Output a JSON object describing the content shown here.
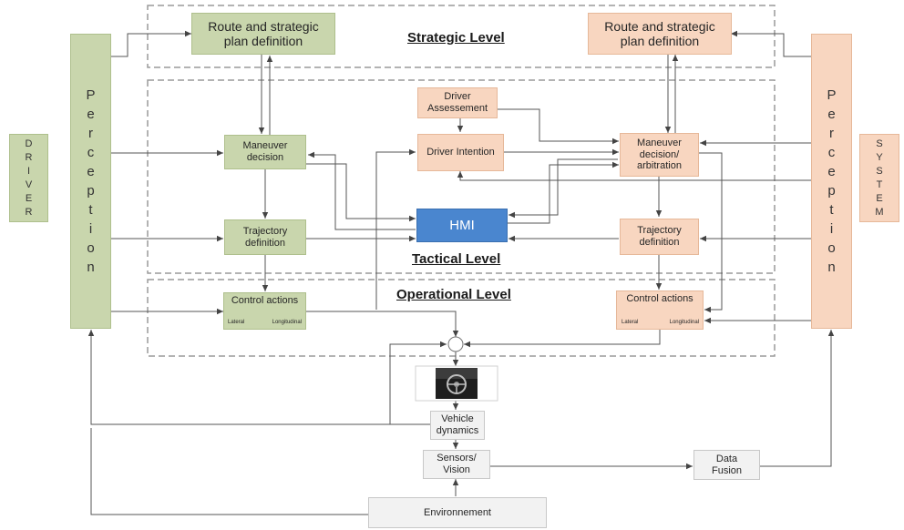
{
  "levels": {
    "strategic": "Strategic Level",
    "tactical": "Tactical Level",
    "operational": "Operational Level"
  },
  "left": {
    "driver_letters": [
      "D",
      "R",
      "I",
      "V",
      "E",
      "R"
    ],
    "perception_letters": [
      "P",
      "e",
      "r",
      "c",
      "e",
      "p",
      "t",
      "i",
      "o",
      "n"
    ],
    "route_lines": [
      "Route and strategic",
      "plan definition"
    ],
    "maneuver_lines": [
      "Maneuver",
      "decision"
    ],
    "trajectory_lines": [
      "Trajectory",
      "definition"
    ],
    "control": {
      "title": "Control actions",
      "lateral": "Lateral",
      "longitudinal": "Longitudinal"
    }
  },
  "right": {
    "system_letters": [
      "S",
      "Y",
      "S",
      "T",
      "E",
      "M"
    ],
    "perception_letters": [
      "P",
      "e",
      "r",
      "c",
      "e",
      "p",
      "t",
      "i",
      "o",
      "n"
    ],
    "route_lines": [
      "Route and strategic",
      "plan definition"
    ],
    "maneuver_lines": [
      "Maneuver",
      "decision/",
      "arbitration"
    ],
    "trajectory_lines": [
      "Trajectory",
      "definition"
    ],
    "control": {
      "title": "Control actions",
      "lateral": "Lateral",
      "longitudinal": "Longitudinal"
    }
  },
  "center": {
    "driver_assessment_lines": [
      "Driver",
      "Assessement"
    ],
    "driver_intention": "Driver Intention",
    "hmi": "HMI",
    "vehicle_dynamics_lines": [
      "Vehicle",
      "dynamics"
    ],
    "sensors_lines": [
      "Sensors/",
      "Vision"
    ],
    "data_fusion_lines": [
      "Data",
      "Fusion"
    ],
    "environment": "Environnement"
  },
  "colors": {
    "green": "#c9d6ad",
    "peach": "#f8d6c0",
    "hmi_blue": "#4a86cf",
    "line": "#555555"
  }
}
